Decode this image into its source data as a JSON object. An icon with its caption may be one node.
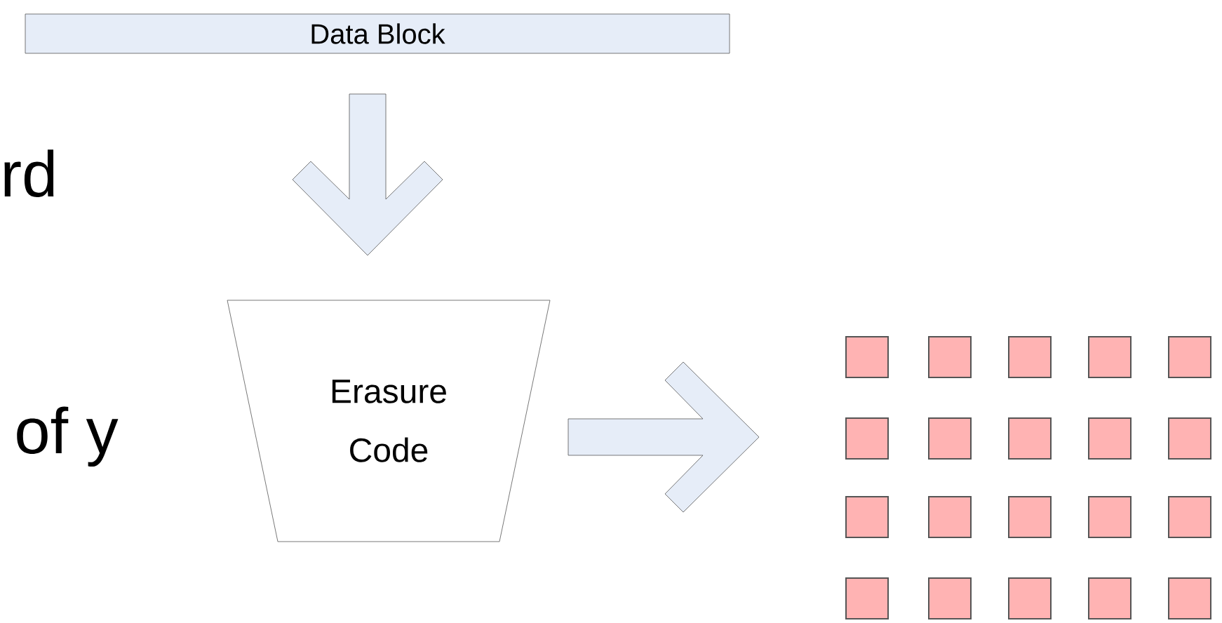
{
  "diagram": {
    "nodes": [
      {
        "text": [
          "Data Block"
        ]
      },
      {
        "text": [
          "Erasure Code"
        ]
      },
      {
        "text": [],
        "shape": "box"
      },
      {
        "text": [],
        "shape": "box"
      },
      {
        "text": [],
        "shape": "box"
      },
      {
        "text": [],
        "shape": "box"
      },
      {
        "text": [],
        "shape": "box"
      },
      {
        "text": [],
        "shape": "box"
      },
      {
        "text": [],
        "shape": "box"
      },
      {
        "text": [],
        "shape": "box"
      },
      {
        "text": [],
        "shape": "box"
      },
      {
        "text": [],
        "shape": "box"
      },
      {
        "text": [],
        "shape": "box"
      },
      {
        "text": [],
        "shape": "box"
      },
      {
        "text": [],
        "shape": "box"
      },
      {
        "text": [],
        "shape": "box"
      },
      {
        "text": [],
        "shape": "box"
      },
      {
        "text": [],
        "shape": "box"
      },
      {
        "text": [],
        "shape": "box"
      },
      {
        "text": [],
        "shape": "box"
      },
      {
        "text": [],
        "shape": "box"
      },
      {
        "text": [],
        "shape": "box"
      }
    ],
    "edges": [
      {
        "from": 0,
        "to": 1,
        "arrow": "to"
      },
      {
        "from": 1,
        "to": null,
        "arrow": "to"
      }
    ],
    "labels": [
      "rd",
      "of y"
    ]
  }
}
